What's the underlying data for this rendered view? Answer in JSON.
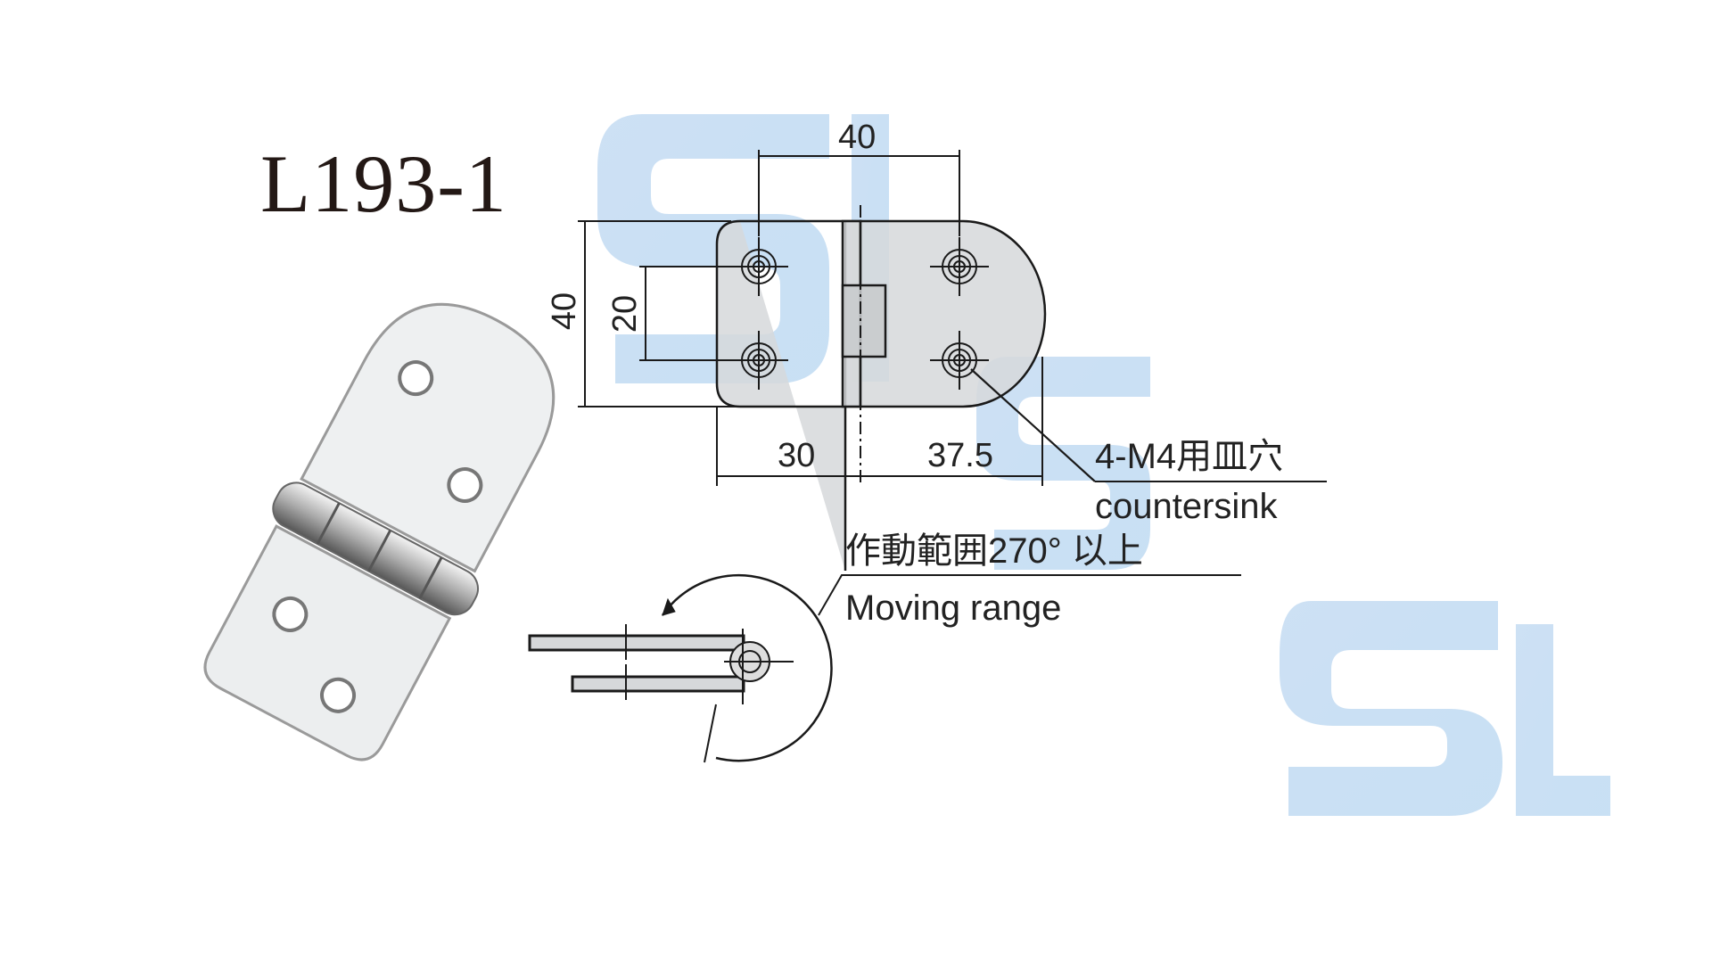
{
  "title": "L193-1",
  "dimensions": {
    "top_width": "40",
    "left_height": "40",
    "hole_pitch": "20",
    "left_leaf": "30",
    "right_leaf": "37.5"
  },
  "annotations": {
    "hole_spec_jp": "4-M4用皿穴",
    "hole_spec_en": "countersink",
    "range_jp": "作動範囲270° 以上",
    "range_en": "Moving range"
  },
  "watermark": {
    "text": "SL",
    "color": "#9fc8ea"
  },
  "colors": {
    "line": "#1a1a1a",
    "plate": "#d6d8da"
  }
}
